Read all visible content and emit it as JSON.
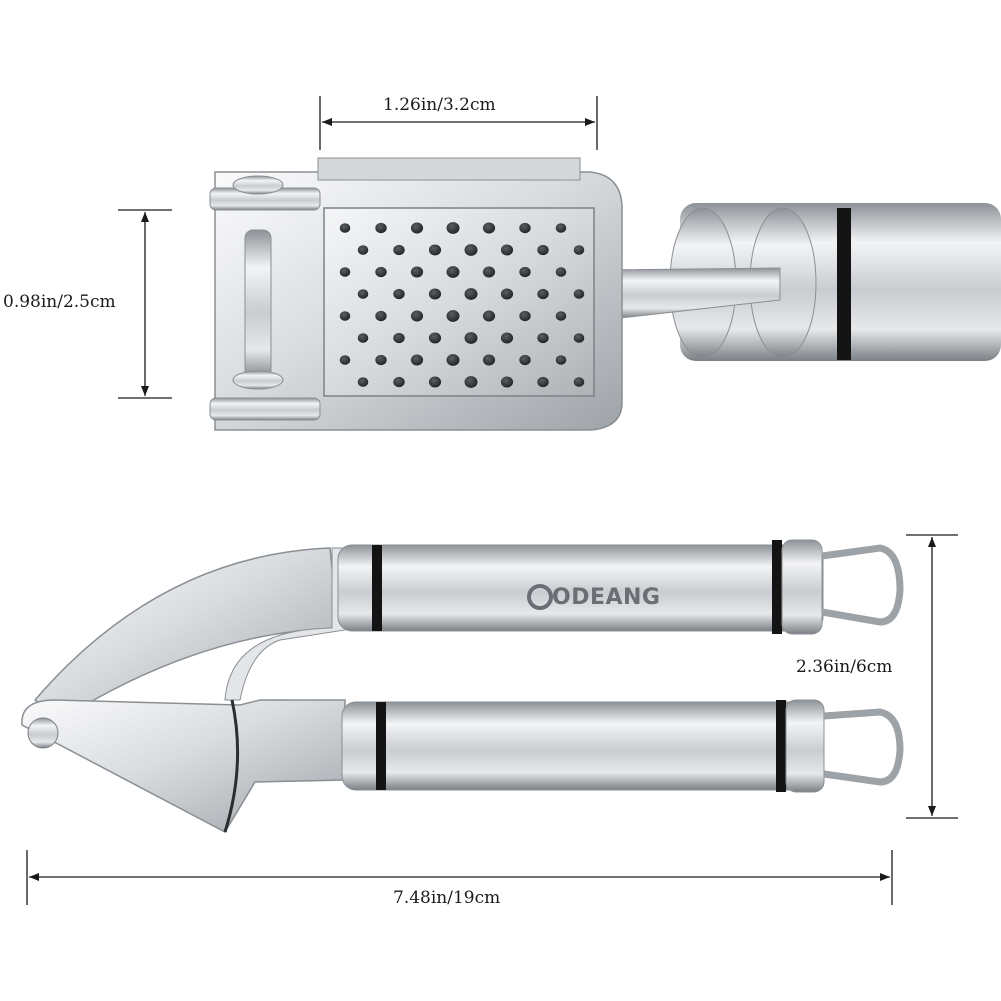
{
  "product": {
    "brand_logo": "ODEANG"
  },
  "dimensions": {
    "top_width": "1.26in/3.2cm",
    "head_height": "0.98in/2.5cm",
    "handle_spread": "2.36in/6cm",
    "total_length": "7.48in/19cm"
  },
  "colors": {
    "steel_light": "#f1f2f4",
    "steel_mid": "#c4c7cb",
    "steel_dark": "#7d8287",
    "band_black": "#141414",
    "dimension_line": "#1a1a1a",
    "background": "#ffffff"
  }
}
